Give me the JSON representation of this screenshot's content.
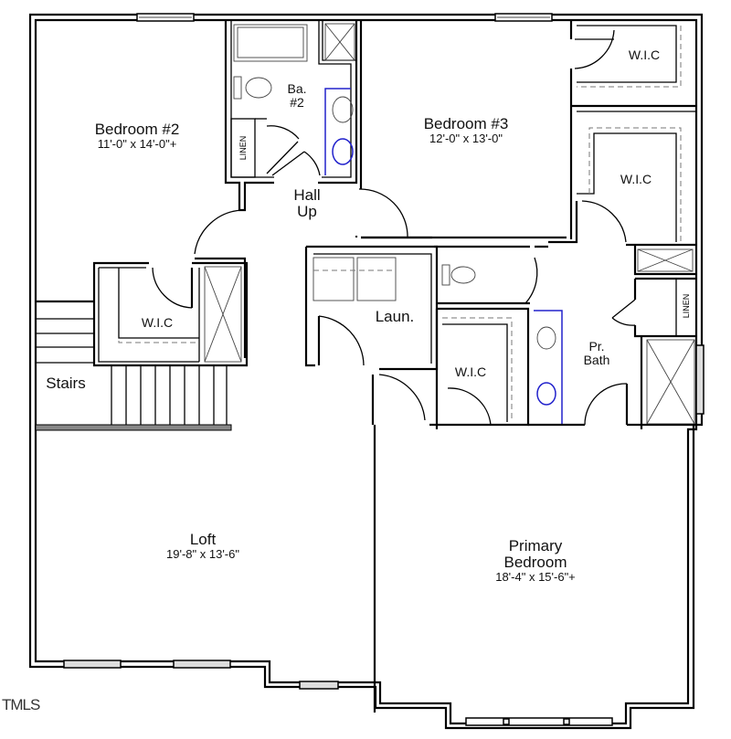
{
  "plan": {
    "rooms": [
      {
        "id": "bedroom2",
        "name": "Bedroom #2",
        "dims": "11'-0\" x 14'-0\"+"
      },
      {
        "id": "bath2",
        "name": "Ba.",
        "name2": "#2"
      },
      {
        "id": "linen1",
        "name": "LINEN"
      },
      {
        "id": "hall",
        "name": "Hall",
        "name2": "Up"
      },
      {
        "id": "bedroom3",
        "name": "Bedroom #3",
        "dims": "12'-0\" x 13'-0\""
      },
      {
        "id": "wic_b3",
        "name": "W.I.C"
      },
      {
        "id": "wic_pr",
        "name": "W.I.C"
      },
      {
        "id": "wic_left",
        "name": "W.I.C"
      },
      {
        "id": "stairs",
        "name": "Stairs"
      },
      {
        "id": "laundry",
        "name": "Laun."
      },
      {
        "id": "wic_mid",
        "name": "W.I.C"
      },
      {
        "id": "prbath",
        "name": "Pr.",
        "name2": "Bath"
      },
      {
        "id": "linen2",
        "name": "LINEN"
      },
      {
        "id": "loft",
        "name": "Loft",
        "dims": "19'-8\" x 13'-6\""
      },
      {
        "id": "primary",
        "name": "Primary",
        "name2": "Bedroom",
        "dims": "18'-4\" x 15'-6\"+"
      }
    ],
    "watermark": "TMLS",
    "colors": {
      "wall": "#000000",
      "fixture_highlight": "#2222cc",
      "dashed": "#777777"
    }
  }
}
